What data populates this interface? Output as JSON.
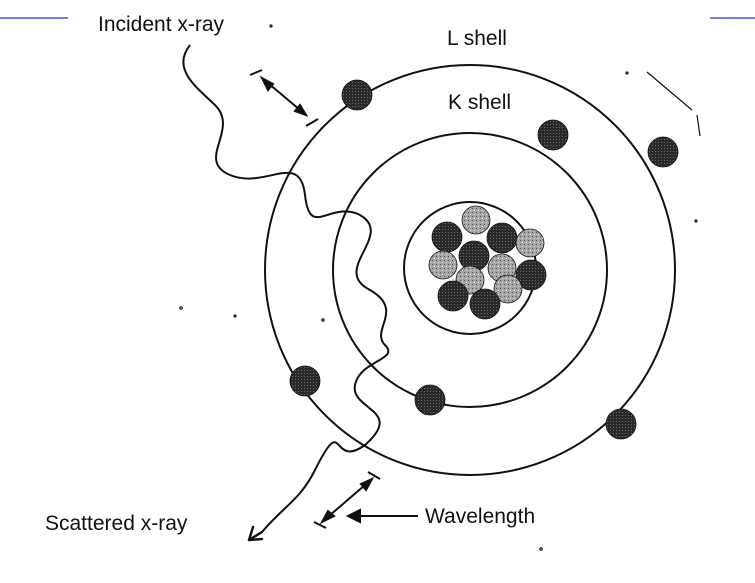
{
  "labels": {
    "incident": "Incident x-ray",
    "l_shell": "L shell",
    "k_shell": "K shell",
    "scattered": "Scattered x-ray",
    "wavelength": "Wavelength"
  },
  "colors": {
    "slide_rule": "#7b7fd6",
    "ink": "#111111",
    "proton_fill": "#9a9a9a",
    "neutron_fill": "#1c1c1c"
  },
  "icons": {
    "scatter_arrow": "arrow-down-left-icon",
    "wavelength_arrow": "arrow-left-icon"
  }
}
